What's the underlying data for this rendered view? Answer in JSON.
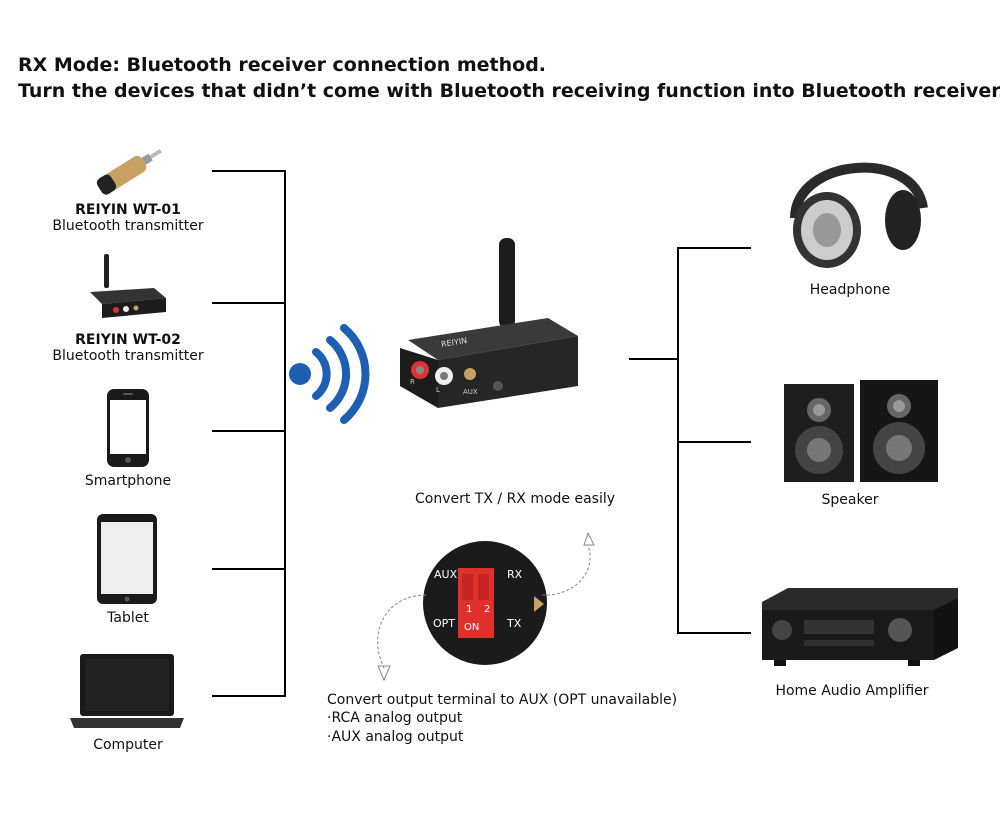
{
  "heading": {
    "line1": "RX Mode: Bluetooth receiver connection method.",
    "line2": "Turn the devices that didn’t come with Bluetooth receiving function into Bluetooth receiver."
  },
  "sources": [
    {
      "model": "REIYIN WT-01",
      "desc": "Bluetooth transmitter"
    },
    {
      "model": "REIYIN WT-02",
      "desc": "Bluetooth transmitter"
    },
    {
      "desc": "Smartphone"
    },
    {
      "desc": "Tablet"
    },
    {
      "desc": "Computer"
    }
  ],
  "receiver": {
    "brand": "REIYIN",
    "port_aux": "AUX",
    "port_r": "R",
    "port_l": "L"
  },
  "switch": {
    "caption": "Convert TX / RX mode easily",
    "aux": "AUX",
    "rx": "RX",
    "opt": "OPT",
    "tx": "TX",
    "num1": "1",
    "num2": "2",
    "on": "ON",
    "note_title": "Convert output terminal to AUX (OPT unavailable)",
    "note_items": [
      "·RCA analog output",
      "·AUX analog output"
    ]
  },
  "outputs": [
    {
      "desc": "Headphone"
    },
    {
      "desc": "Speaker"
    },
    {
      "desc": "Home Audio Amplifier"
    }
  ],
  "colors": {
    "wave": "#1f5fb3",
    "switch_red": "#e0302c",
    "switch_bg": "#1b1b1b",
    "accent_gold": "#c9a064"
  }
}
